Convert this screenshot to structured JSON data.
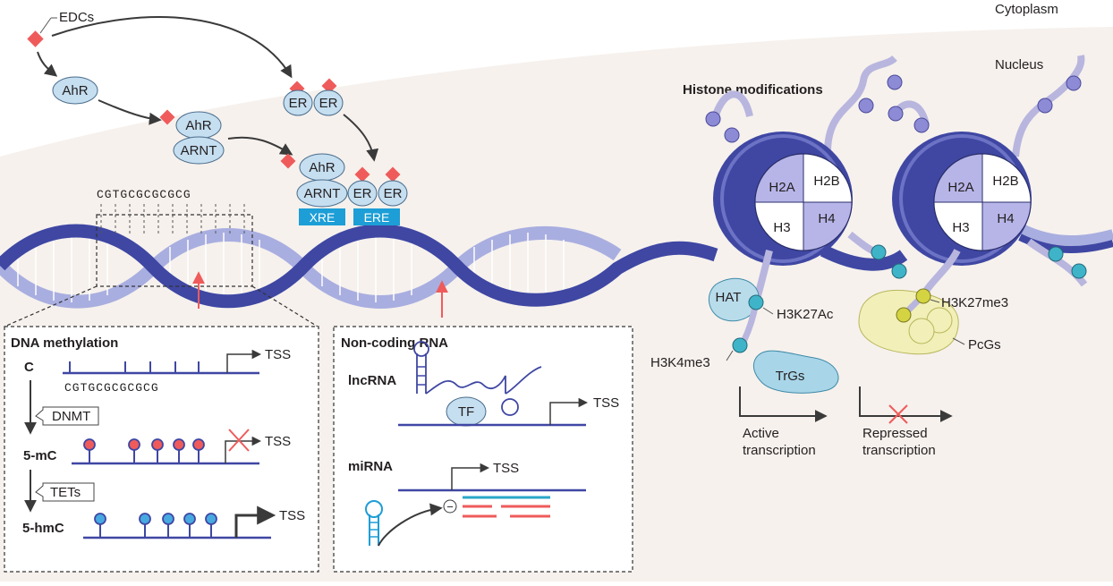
{
  "regions": {
    "cytoplasm": "Cytoplasm",
    "nucleus": "Nucleus"
  },
  "signaling": {
    "edcs": "EDCs",
    "ahr": "AhR",
    "arnt": "ARNT",
    "er": "ER",
    "xre": "XRE",
    "ere": "ERE",
    "cpg_sequence": "CGTGCGCGCGCG"
  },
  "histone": {
    "title": "Histone modifications",
    "subunits": [
      "H2A",
      "H2B",
      "H3",
      "H4"
    ],
    "hat": "HAT",
    "h3k27ac": "H3K27Ac",
    "h3k4me3": "H3K4me3",
    "trgs": "TrGs",
    "h3k27me3": "H3K27me3",
    "pcgs": "PcGs",
    "active_l1": "Active",
    "active_l2": "transcription",
    "repressed_l1": "Repressed",
    "repressed_l2": "transcription"
  },
  "dna_methylation": {
    "title": "DNA methylation",
    "c": "C",
    "mc": "5-mC",
    "hmc": "5-hmC",
    "dnmt": "DNMT",
    "tets": "TETs",
    "tss": "TSS",
    "sequence": "CGTGCGCGCGCG"
  },
  "ncrna": {
    "title": "Non-coding RNA",
    "lncrna": "lncRNA",
    "tf": "TF",
    "mirna": "miRNA",
    "tss": "TSS",
    "minus": "−"
  },
  "colors": {
    "dna_dark": "#3f47a3",
    "dna_light": "#a9aee0",
    "protein_blue": "#c5def0",
    "element_cyan": "#1d9ed6",
    "edc_red": "#ef5b5b",
    "histone_purple": "#b7b5e8",
    "pcg_yellow": "#f2f0b8"
  }
}
